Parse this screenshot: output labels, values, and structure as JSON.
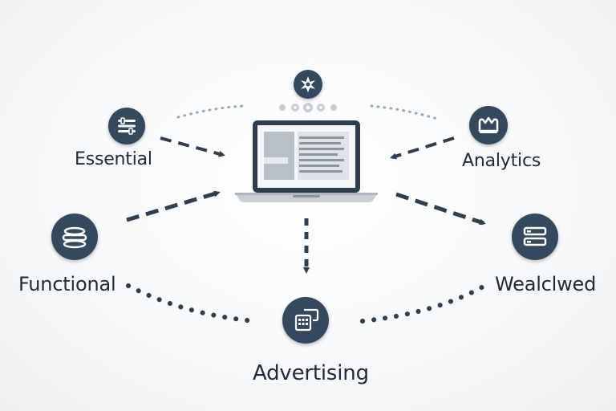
{
  "nodes": [
    {
      "id": "essential",
      "label": "Essential",
      "icon": "sliders-icon"
    },
    {
      "id": "analytics",
      "label": "Analytics",
      "icon": "crown-icon"
    },
    {
      "id": "functional",
      "label": "Functional",
      "icon": "stacked-layers-icon"
    },
    {
      "id": "wealclwed",
      "label": "Wealclwed",
      "icon": "server-list-icon"
    },
    {
      "id": "advertising",
      "label": "Advertising",
      "icon": "calculator-chat-icon"
    }
  ],
  "hub": {
    "icon": "laptop-icon",
    "top_icon": "star-burst-icon"
  },
  "colors": {
    "node": "#34495e",
    "line": "#2f3e4e",
    "text": "#1f2a36"
  }
}
